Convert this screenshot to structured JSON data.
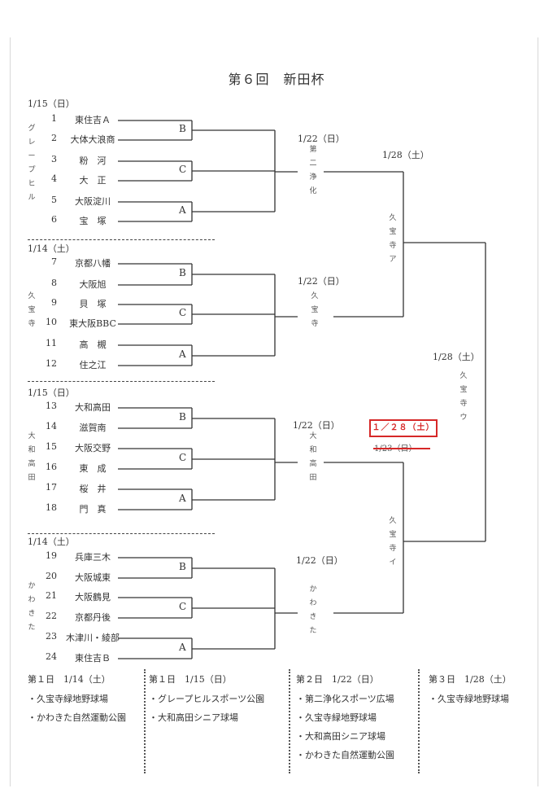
{
  "title": "第６回　新田杯",
  "blocks": [
    {
      "date": "1/15（日）",
      "venue_chars": [
        "グ",
        "レ",
        "ー",
        "プ",
        "ヒ",
        "ル"
      ],
      "teams": [
        {
          "num": "1",
          "name": "東住吉Ａ"
        },
        {
          "num": "2",
          "name": "大体大浪商"
        },
        {
          "num": "3",
          "name": "粉　河"
        },
        {
          "num": "4",
          "name": "大　正"
        },
        {
          "num": "5",
          "name": "大阪淀川"
        },
        {
          "num": "6",
          "name": "宝　塚"
        }
      ],
      "games": [
        "B",
        "C",
        "A"
      ]
    },
    {
      "date": "1/14（土）",
      "venue_chars": [
        "久",
        "宝",
        "寺"
      ],
      "teams": [
        {
          "num": "7",
          "name": "京都八幡"
        },
        {
          "num": "8",
          "name": "大阪旭"
        },
        {
          "num": "9",
          "name": "貝　塚"
        },
        {
          "num": "10",
          "name": "東大阪BBC"
        },
        {
          "num": "11",
          "name": "高　槻"
        },
        {
          "num": "12",
          "name": "住之江"
        }
      ],
      "games": [
        "B",
        "C",
        "A"
      ]
    },
    {
      "date": "1/15（日）",
      "venue_chars": [
        "大",
        "和",
        "高",
        "田"
      ],
      "teams": [
        {
          "num": "13",
          "name": "大和高田"
        },
        {
          "num": "14",
          "name": "滋賀南"
        },
        {
          "num": "15",
          "name": "大阪交野"
        },
        {
          "num": "16",
          "name": "東　成"
        },
        {
          "num": "17",
          "name": "桜　井"
        },
        {
          "num": "18",
          "name": "門　真"
        }
      ],
      "games": [
        "B",
        "C",
        "A"
      ]
    },
    {
      "date": "1/14（土）",
      "venue_chars": [
        "か",
        "わ",
        "き",
        "た"
      ],
      "teams": [
        {
          "num": "19",
          "name": "兵庫三木"
        },
        {
          "num": "20",
          "name": "大阪城東"
        },
        {
          "num": "21",
          "name": "大阪鶴見"
        },
        {
          "num": "22",
          "name": "京都丹後"
        },
        {
          "num": "23",
          "name": "木津川・綾部"
        },
        {
          "num": "24",
          "name": "東住吉Ｂ"
        }
      ],
      "games": [
        "B",
        "C",
        "A"
      ]
    }
  ],
  "round2": [
    {
      "date": "1/22（日）",
      "venue_chars": [
        "第",
        "二",
        "浄",
        "化"
      ]
    },
    {
      "date": "1/22（日）",
      "venue_chars": [
        "久",
        "宝",
        "寺"
      ]
    },
    {
      "date": "1/22（日）",
      "venue_chars": [
        "大",
        "和",
        "高",
        "田"
      ]
    },
    {
      "date": "1/22（日）",
      "venue_chars": [
        "か",
        "わ",
        "き",
        "た"
      ]
    }
  ],
  "semifinals": [
    {
      "date": "1/28（土）",
      "venue_chars": [
        "久",
        "宝",
        "寺",
        "ア"
      ]
    },
    {
      "date_revised": "１／２８（土）",
      "date_struck": "1/23（日）",
      "venue_chars": [
        "久",
        "宝",
        "寺",
        "イ"
      ]
    }
  ],
  "final": {
    "date": "1/28（土）",
    "venue_chars": [
      "久",
      "宝",
      "寺",
      "ウ"
    ]
  },
  "venues": [
    {
      "heading": "第１日　1/14（土）",
      "items": [
        "・久宝寺緑地野球場",
        "・かわきた自然運動公園"
      ]
    },
    {
      "heading": "第１日　1/15（日）",
      "items": [
        "・グレープヒルスポーツ公園",
        "・大和高田シニア球場"
      ]
    },
    {
      "heading": "第２日　1/22（日）",
      "items": [
        "・第二浄化スポーツ広場",
        "・久宝寺緑地野球場",
        "・大和高田シニア球場",
        "・かわきた自然運動公園"
      ]
    },
    {
      "heading": "第３日　1/28（土）",
      "items": [
        "・久宝寺緑地野球場"
      ]
    }
  ],
  "colors": {
    "correction": "#d62828",
    "line": "#333333"
  }
}
